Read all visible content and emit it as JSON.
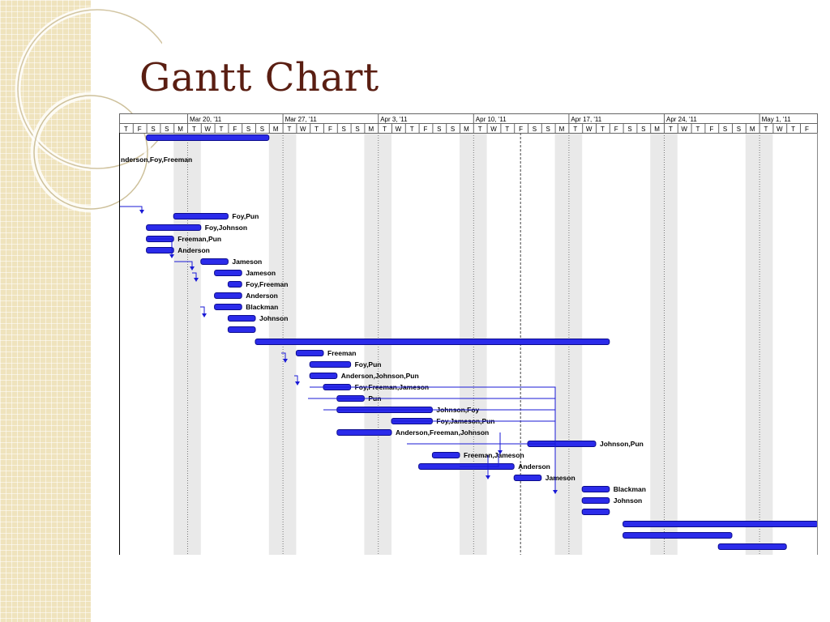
{
  "slide": {
    "title": "Gantt Chart",
    "colors": {
      "title": "#5a1e12",
      "sidebar": "#efe3bd",
      "bar": "#2b2bea",
      "bar_edge": "#0b0b8c",
      "weekend": "#e9e9e9"
    }
  },
  "chart_data": {
    "type": "gantt",
    "week_labels": [
      "Mar 20, '11",
      "Mar 27, '11",
      "Apr 3, '11",
      "Apr 10, '11",
      "Apr 17, '11",
      "Apr 24, '11",
      "May 1, '11"
    ],
    "day_labels": [
      "T",
      "F",
      "S",
      "S",
      "M",
      "T",
      "W",
      "T",
      "F",
      "S",
      "S",
      "M",
      "T",
      "W",
      "T",
      "F",
      "S",
      "S",
      "M",
      "T",
      "W",
      "T",
      "F",
      "S",
      "S",
      "M",
      "T",
      "W",
      "T",
      "F",
      "S",
      "S",
      "M",
      "T",
      "W",
      "T",
      "F",
      "S",
      "S",
      "M",
      "T",
      "W",
      "T",
      "F",
      "S",
      "S",
      "M",
      "T",
      "W",
      "T",
      "F"
    ],
    "grid": true,
    "tasks": [
      {
        "start": "2011-03-17",
        "end": "2011-03-25",
        "label": "",
        "summary": true
      },
      {
        "start": "2011-03-17",
        "end": "2011-03-17",
        "label": "nderson,Foy,Freeman"
      },
      {
        "start": "2011-03-19",
        "end": "2011-03-22",
        "label": "Foy,Pun"
      },
      {
        "start": "2011-03-17",
        "end": "2011-03-20",
        "label": "Foy,Johnson"
      },
      {
        "start": "2011-03-17",
        "end": "2011-03-18",
        "label": "Freeman,Pun"
      },
      {
        "start": "2011-03-17",
        "end": "2011-03-18",
        "label": "Anderson"
      },
      {
        "start": "2011-03-21",
        "end": "2011-03-22",
        "label": "Jameson"
      },
      {
        "start": "2011-03-22",
        "end": "2011-03-23",
        "label": "Jameson"
      },
      {
        "start": "2011-03-23",
        "end": "2011-03-23",
        "label": "Foy,Freeman"
      },
      {
        "start": "2011-03-22",
        "end": "2011-03-23",
        "label": "Anderson"
      },
      {
        "start": "2011-03-22",
        "end": "2011-03-23",
        "label": "Blackman"
      },
      {
        "start": "2011-03-23",
        "end": "2011-03-24",
        "label": "Johnson"
      },
      {
        "start": "2011-03-23",
        "end": "2011-03-24",
        "label": ""
      },
      {
        "start": "2011-03-25",
        "end": "2011-04-19",
        "label": "",
        "summary": true
      },
      {
        "start": "2011-03-28",
        "end": "2011-03-29",
        "label": "Freeman"
      },
      {
        "start": "2011-03-29",
        "end": "2011-03-31",
        "label": "Foy,Pun"
      },
      {
        "start": "2011-03-29",
        "end": "2011-03-30",
        "label": "Anderson,Johnson,Pun"
      },
      {
        "start": "2011-03-30",
        "end": "2011-03-31",
        "label": "Foy,Freeman,Jameson"
      },
      {
        "start": "2011-03-31",
        "end": "2011-04-01",
        "label": "Pun"
      },
      {
        "start": "2011-03-31",
        "end": "2011-04-06",
        "label": "Johnson,Foy"
      },
      {
        "start": "2011-04-04",
        "end": "2011-04-06",
        "label": "Foy,Jameson,Pun"
      },
      {
        "start": "2011-03-31",
        "end": "2011-04-03",
        "label": "Anderson,Freeman,Johnson"
      },
      {
        "start": "2011-04-14",
        "end": "2011-04-18",
        "label": "Johnson,Pun"
      },
      {
        "start": "2011-04-07",
        "end": "2011-04-08",
        "label": "Freeman,Jameson"
      },
      {
        "start": "2011-04-06",
        "end": "2011-04-12",
        "label": "Anderson"
      },
      {
        "start": "2011-04-13",
        "end": "2011-04-14",
        "label": "Jameson"
      },
      {
        "start": "2011-04-18",
        "end": "2011-04-19",
        "label": "Blackman"
      },
      {
        "start": "2011-04-18",
        "end": "2011-04-19",
        "label": "Johnson"
      },
      {
        "start": "2011-04-18",
        "end": "2011-04-19",
        "label": ""
      },
      {
        "start": "2011-04-21",
        "end": "2011-05-06",
        "label": "",
        "summary": true
      },
      {
        "start": "2011-04-21",
        "end": "2011-04-28",
        "label": ""
      },
      {
        "start": "2011-04-28",
        "end": "2011-05-02",
        "label": ""
      }
    ]
  }
}
